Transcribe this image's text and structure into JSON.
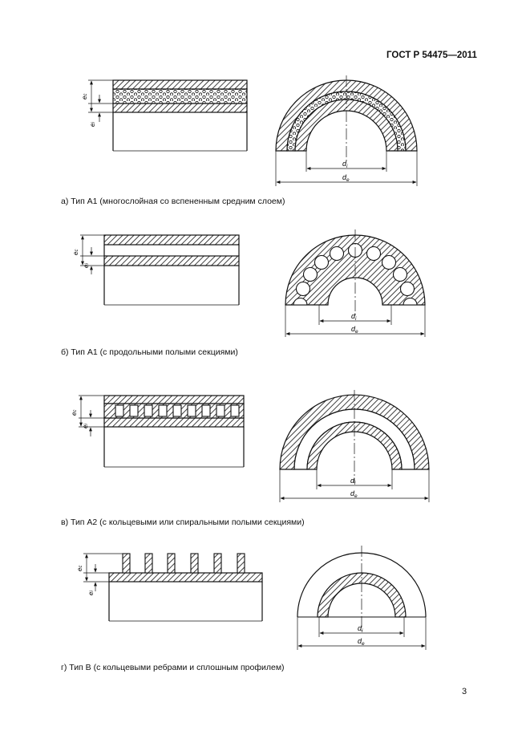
{
  "header": {
    "standard": "ГОСТ Р 54475—2011"
  },
  "labels": {
    "ec": "e",
    "ec_sub": "c",
    "ei": "e",
    "ei_sub": "i",
    "di": "d",
    "di_sub": "i",
    "de": "d",
    "de_sub": "e"
  },
  "figures": [
    {
      "caption": "а) Тип А1 (многослойная со вспененным средним слоем)"
    },
    {
      "caption": "б) Тип А1 (с продольными полыми секциями)"
    },
    {
      "caption": "в) Тип А2 (с кольцевыми или спиральными полыми секциями)"
    },
    {
      "caption": "г) Тип В (с кольцевыми ребрами и сплошным профилем)"
    }
  ],
  "page": {
    "number": "3"
  }
}
